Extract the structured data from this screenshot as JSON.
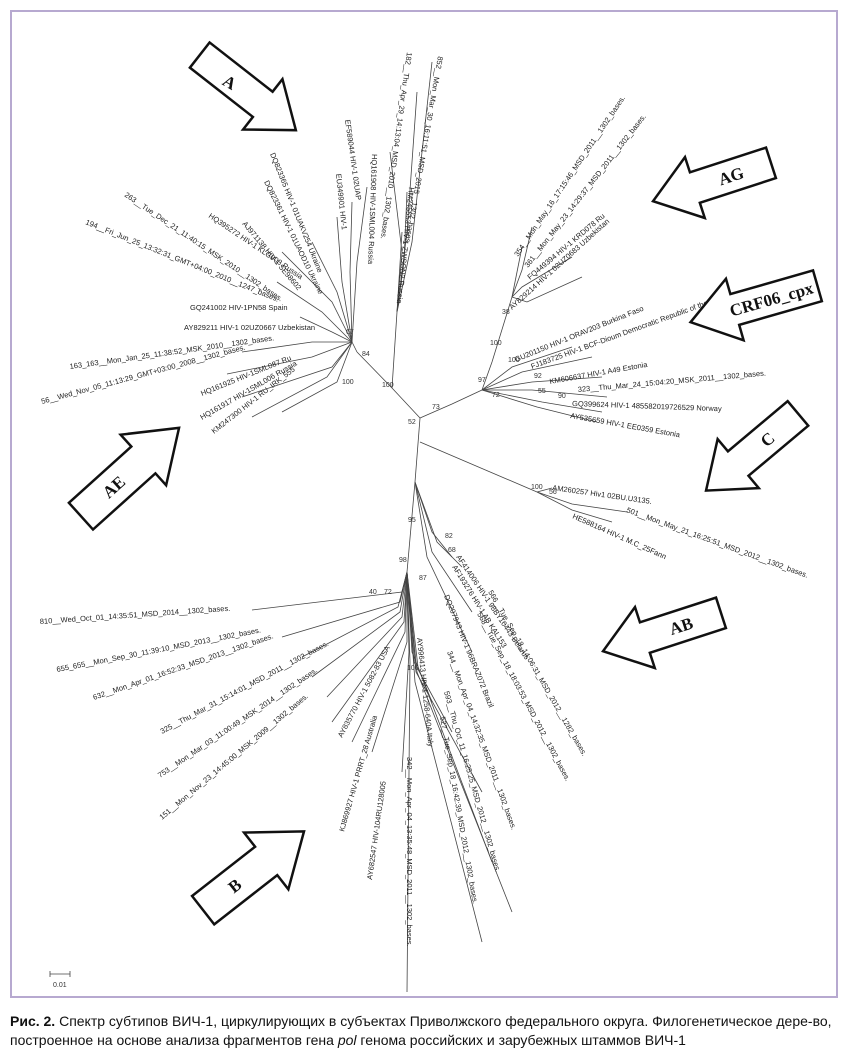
{
  "figure": {
    "subtype_labels": {
      "A": "A",
      "AG": "AG",
      "CRF06": "CRF06_cpx",
      "AE": "AE",
      "C": "C",
      "AB": "AB",
      "B": "B"
    },
    "bootstrap": [
      "100",
      "52",
      "73",
      "97",
      "72",
      "92",
      "55",
      "90",
      "100",
      "84",
      "67",
      "100",
      "56",
      "95",
      "82",
      "68",
      "98",
      "87",
      "40",
      "72",
      "100",
      "100",
      "100",
      "38"
    ],
    "leaves": {
      "l1": "AY829211 HIV-1 02UZ0667 Uzbekistan",
      "l2": "GQ241002 HIV-1PN58 Spain",
      "l3": "163_163__Mon_Jan_25_11:38:52_MSK_2010__1302_bases.",
      "l4": "56__Wed_Nov_05_11:13:29_GMT+03:00_2008__1302_bases.",
      "l5": "HQ161925 HIV-1SML087 Ru",
      "l6": "HQ161917 HIV-1SML006 Russia",
      "l7": "KM247300 HIV-1 RU_IRK_555",
      "l8": "194__Fri_Jun_25_13:32:31_GMT+04:00_2010__1247_bases.",
      "l9": "HQ395272 HIV-1 KLG003 Russia",
      "l10": "263__Tue_Dec_21_11:40:15_MSK_2010__1302_bases.",
      "l11": "AJ971138 HIV-1 SE98602",
      "l12": "DQ823361 HIV-1 01UAOD10 Ukraine",
      "l13": "DQ823365 HIV-1 01UAKV254 Ukraine",
      "l14": "EU349901 HIV-1",
      "l15": "EF589044 HIV-1 02UAP",
      "l16": "182__Thu_Apr_29_14:13:04_MSD_2010__1302_bases.",
      "l17": "HQ161908 HIV-1SML004 Russia",
      "l18": "852__Mon_Mar_30_16:11:51_MSD_2015__1302_bases.",
      "l19": "HM245553 HIV-1 ZWSON2 Russia",
      "l20": "354__Mon_May_16_17:15:46_MSD_2011__1302_bases.",
      "l21": "361__Mon_May_23_14:29:37_MSD_2011__1302_bases.",
      "l22": "FQ449394 HIV-1 KRD078 Ru",
      "l23": "AY829214 HIV-1 02UZ0683 Uzbekistan",
      "l24": "GU201150 HIV-1 ORAV203 Burkina Faso",
      "l25": "FJ183725 HIV-1 BCF-Dioum Democratic Republic of the Congo",
      "l26": "KM606637 HIV-1 A49 Estonia",
      "l27": "323__Thu_Mar_24_15:04:20_MSK_2011__1302_bases.",
      "l28": "GQ399624 HIV-1 485582019726529 Norway",
      "l29": "AY535659 HIV-1 EE0359 Estonia",
      "l30": "AM260257 Hiv1 02BU.U3135.",
      "l31": "501__Mon_May_21_16:25:51_MSD_2012__1302_bases.",
      "l32": "HE588164 HIV-1 M.C_25Fann",
      "l33": "AF414006 HIV-1 98BY10443 Belarus",
      "l34": "AF193276 HIV-1 AB KAL153",
      "l35": "566__Tue_Sep_18_14:06:31_MSD_2012__1282_bases.",
      "l36": "568__Tue_Sep_18_18:03:53_MSD_2012__1302_bases.",
      "l37": "DQ207943 HIV-1 96BRAZ072 Brazil",
      "l38": "344__Mon_Apr_04_14:32:35_MSD_2011__1302_bases.",
      "l39": "593__Thu_Oct_11_16:25:25_MSD_2012__1302_bases.",
      "l40": "527__Tue_Sep_18_16:42:39_MSD_2012__1302_bases.",
      "l41": "AY996413 HIV-1 1258-640A Italy",
      "l42": "342__Mon_Apr_04_13:35:48_MSD_2011__1302_bases.",
      "l43": "AY682547 HIV-104RU128005",
      "l44": "KJ869927 HIV-1 PRRT_28 Australia",
      "l45": "AY835770 HIV-1 5082-83 USA",
      "l46": "151__Mon_Nov_23_14:45:00_MSK_2009__1302_bases.",
      "l47": "753__Mon_Mar_03_11:00:49_MSK_2014__1302_bases.",
      "l48": "325__Thu_Mar_31_15:14:01_MSD_2011__1302_bases.",
      "l49": "632__Mon_Apr_01_16:52:33_MSD_2013__1302_bases.",
      "l50": "655_655__Mon_Sep_30_11:39:10_MSD_2013__1302_bases.",
      "l51": "810__Wed_Oct_01_14:35:51_MSD_2014__1302_bases."
    },
    "scale_bar": "0.01"
  },
  "caption": {
    "label": "Рис. 2.",
    "text_1": " Спектр субтипов ВИЧ-1, циркулирующих в субъектах Приволжского федерального округа. Филогенетическое дере-во, построенное на основе анализа фрагментов гена ",
    "gene": "pol",
    "text_2": " генома российских и зарубежных штаммов ВИЧ-1"
  }
}
